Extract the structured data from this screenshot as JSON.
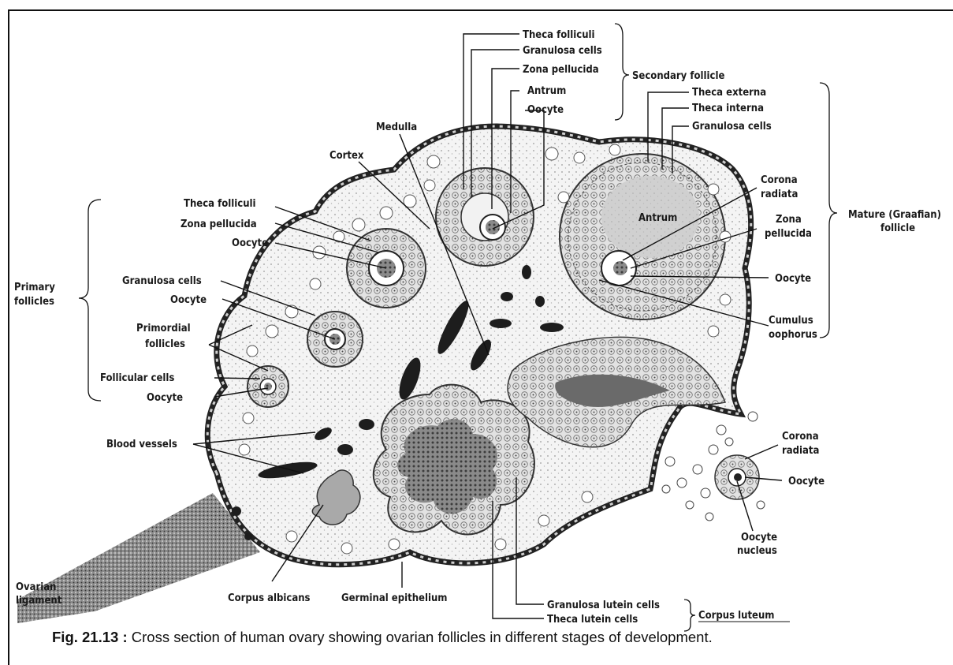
{
  "figure": {
    "caption_label": "Fig. 21.13 :",
    "caption_text": " Cross section of human ovary showing ovarian follicles in different stages of development."
  },
  "labels": {
    "theca_folliculi_top": "Theca folliculi",
    "granulosa_cells_top": "Granulosa cells",
    "zona_pellucida_top": "Zona pellucida",
    "antrum_top": "Antrum",
    "oocyte_top": "Oocyte",
    "secondary_follicle": "Secondary follicle",
    "theca_externa": "Theca externa",
    "theca_interna": "Theca interna",
    "granulosa_cells_right": "Granulosa cells",
    "medulla": "Medulla",
    "cortex": "Cortex",
    "corona_radiata_1a": "Corona",
    "corona_radiata_1b": "radiata",
    "antrum_mature": "Antrum",
    "zona_pellucida_right_a": "Zona",
    "zona_pellucida_right_b": "pellucida",
    "mature_follicle_a": "Mature (Graafian)",
    "mature_follicle_b": "follicle",
    "oocyte_right": "Oocyte",
    "cumulus_a": "Cumulus",
    "cumulus_b": "oophorus",
    "theca_folliculi_left": "Theca folliculi",
    "zona_pellucida_left": "Zona pellucida",
    "oocyte_left1": "Oocyte",
    "primary_follicles_a": "Primary",
    "primary_follicles_b": "follicles",
    "granulosa_cells_left": "Granulosa cells",
    "oocyte_left2": "Oocyte",
    "primordial_a": "Primordial",
    "primordial_b": "follicles",
    "follicular_cells": "Follicular cells",
    "oocyte_left3": "Oocyte",
    "blood_vessels": "Blood vessels",
    "corona_radiata_2a": "Corona",
    "corona_radiata_2b": "radiata",
    "oocyte_released": "Oocyte",
    "oocyte_nucleus_a": "Oocyte",
    "oocyte_nucleus_b": "nucleus",
    "granulosa_lutein": "Granulosa lutein cells",
    "theca_lutein": "Theca lutein cells",
    "corpus_luteum": "Corpus luteum",
    "corpus_albicans": "Corpus albicans",
    "germinal_epithelium": "Germinal epithelium",
    "ovarian_ligament_a": "Ovarian",
    "ovarian_ligament_b": "ligament"
  }
}
